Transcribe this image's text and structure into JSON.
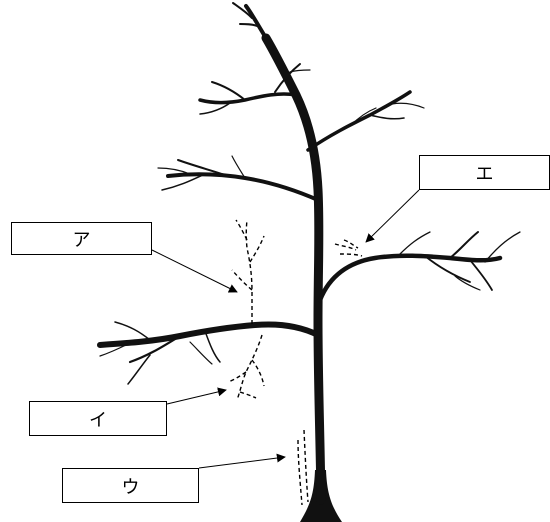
{
  "labels": {
    "a": "ア",
    "i": "イ",
    "u": "ウ",
    "e": "エ"
  },
  "colors": {
    "tree": "#111111",
    "line": "#000000",
    "background": "#ffffff"
  }
}
